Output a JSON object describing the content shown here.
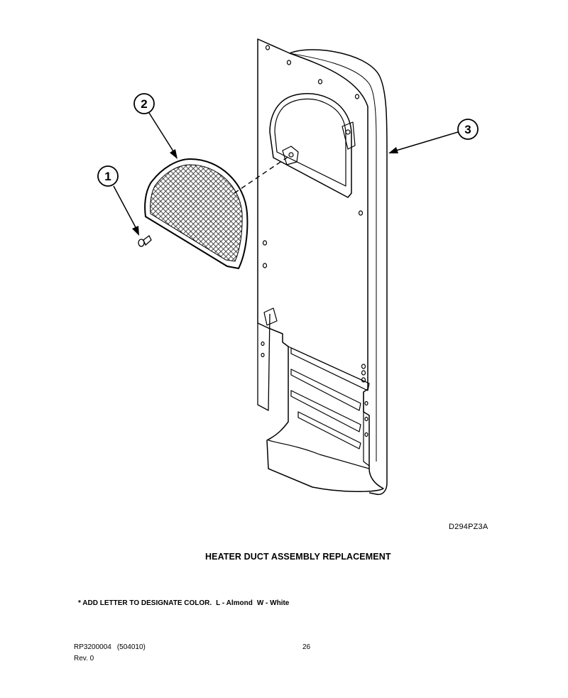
{
  "diagram": {
    "callouts": [
      {
        "number": "1",
        "part": "screw"
      },
      {
        "number": "2",
        "part": "heater duct screen"
      },
      {
        "number": "3",
        "part": "heater duct panel"
      }
    ],
    "drawing_id": "D294PZ3A",
    "title": "HEATER DUCT ASSEMBLY REPLACEMENT"
  },
  "note": {
    "text": "* ADD LETTER TO DESIGNATE COLOR.",
    "color_l": "L - Almond",
    "color_w": "W - White"
  },
  "footer": {
    "doc_number": "RP3200004",
    "doc_code": "(504010)",
    "revision": "Rev. 0",
    "page": "26"
  }
}
